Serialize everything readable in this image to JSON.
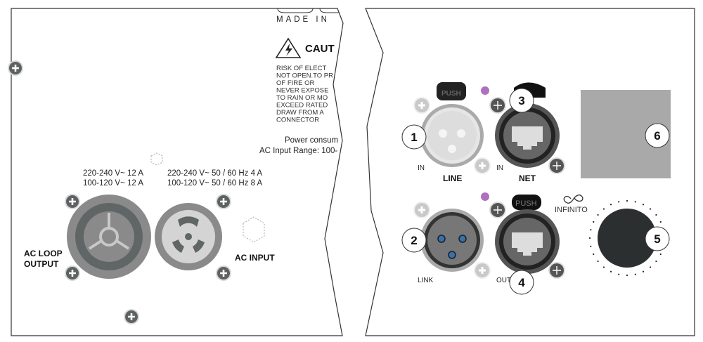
{
  "left_panel": {
    "made_in": "MADE IN",
    "caution_title": "CAUT",
    "warning_lines": [
      "RISK  OF  ELECT",
      "NOT OPEN.TO PR",
      "OF   FIRE   OR",
      "NEVER EXPOSE",
      "TO RAIN OR MO",
      "EXCEED  RATED",
      "DRAW   FROM   A",
      "CONNECTOR"
    ],
    "power_consumption": "Power consum",
    "ac_input_range": "AC Input Range: 100-",
    "loop_rating_1": "220-240 V~  12 A",
    "loop_rating_2": "100-120 V~  12 A",
    "input_rating_1": "220-240 V~  50 / 60 Hz 4 A",
    "input_rating_2": "100-120 V~  50 / 60 Hz 8 A",
    "ac_loop_output_1": "AC LOOP",
    "ac_loop_output_2": "OUTPUT",
    "ac_input": "AC INPUT"
  },
  "right_panel": {
    "push_label": "PUSH",
    "line_in": "IN",
    "line_label": "LINE",
    "net_in": "IN",
    "net_label": "NET",
    "link_label": "LINK",
    "out_label": "OUT",
    "brand": "INFINITO",
    "callouts": [
      "1",
      "2",
      "3",
      "4",
      "5",
      "6"
    ]
  },
  "colors": {
    "outline": "#333333",
    "connector_dark": "#5e6262",
    "connector_mid": "#888888",
    "led": "#b070c0",
    "pin_blue": "#3d6fa0"
  }
}
